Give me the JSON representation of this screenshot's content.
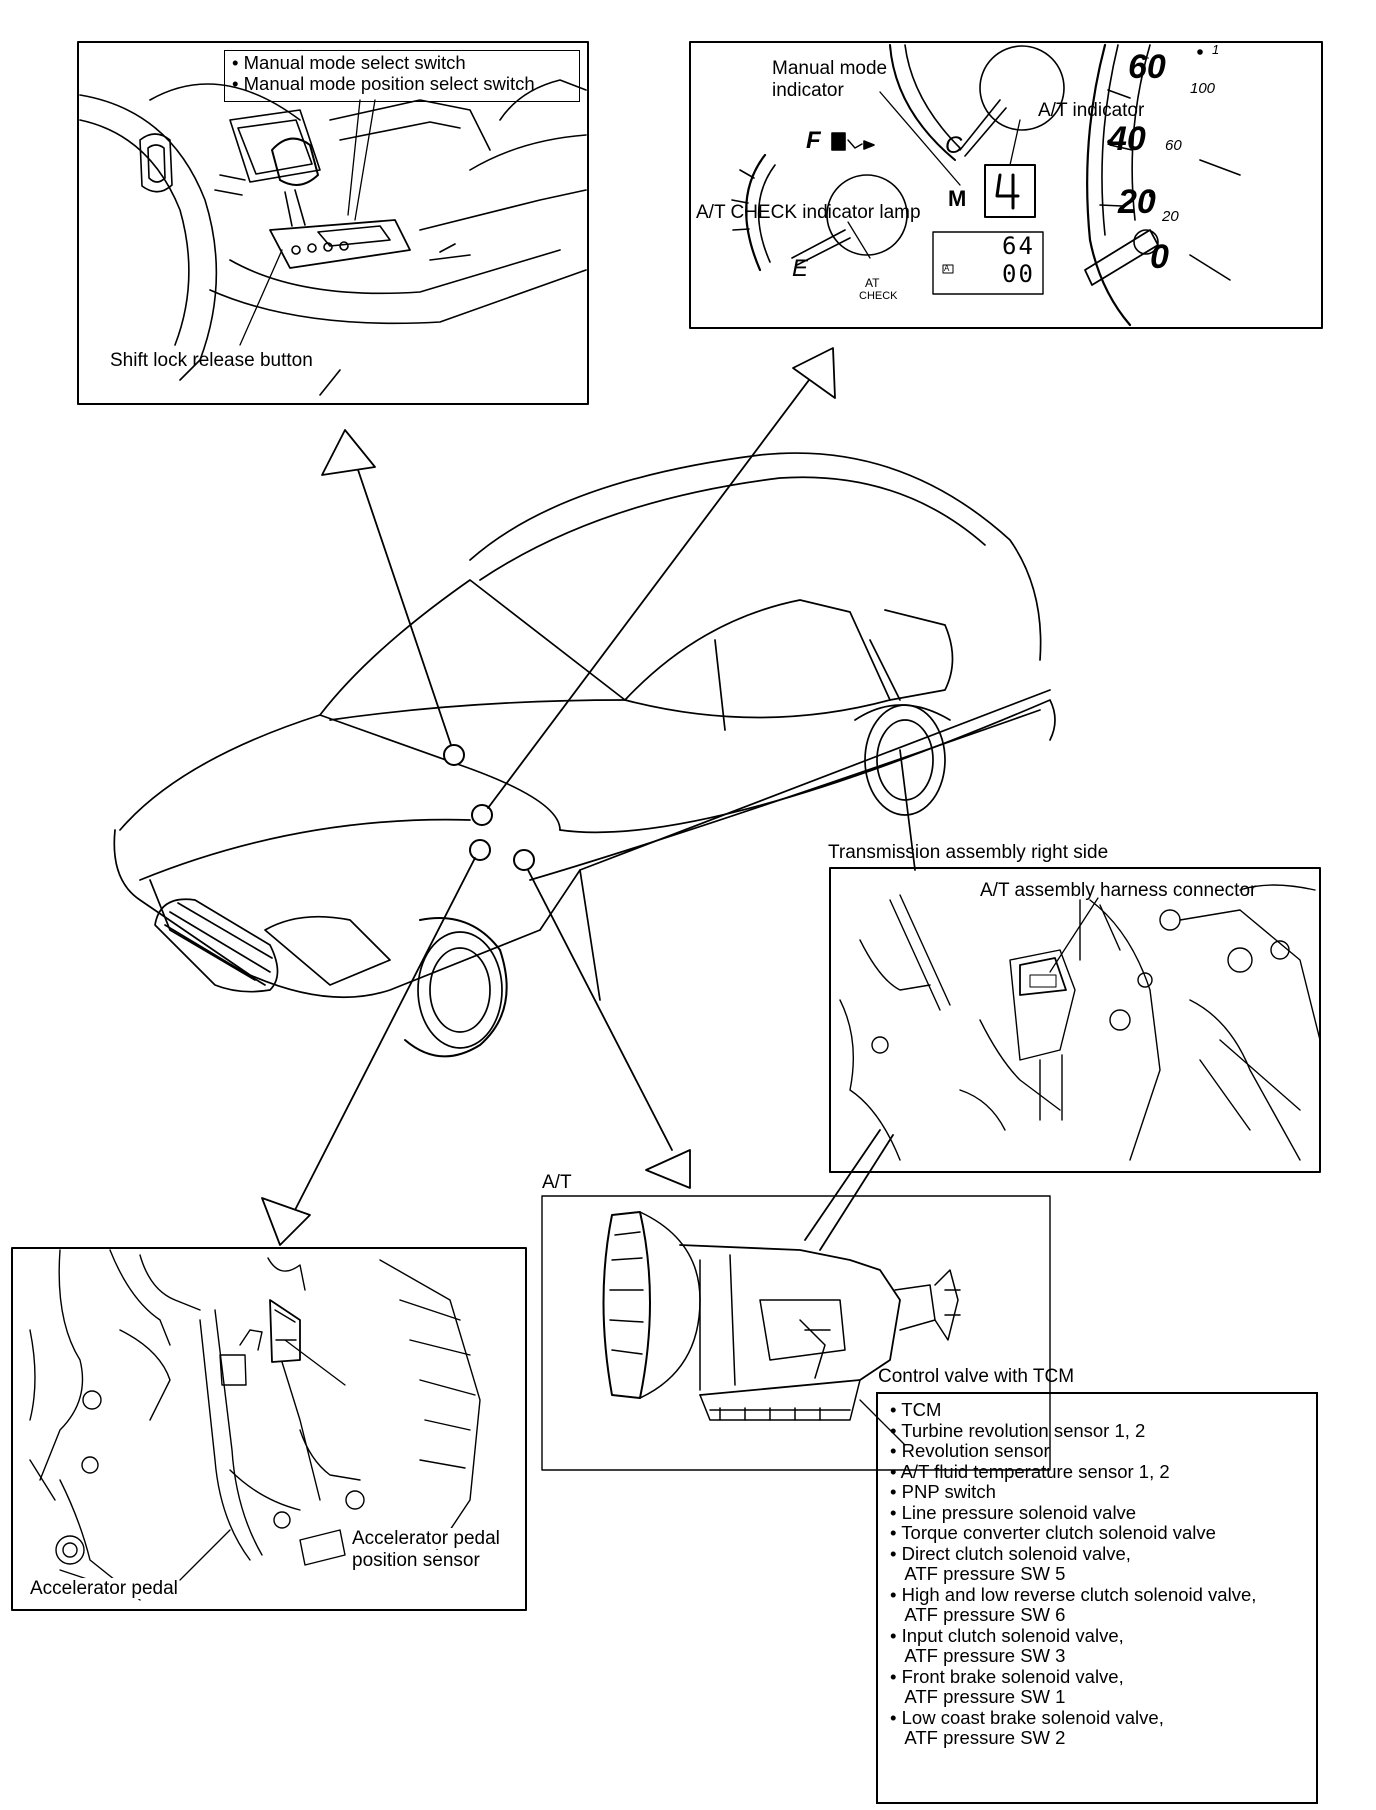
{
  "shift_panel": {
    "switches": [
      "• Manual mode select switch",
      "• Manual mode position select switch"
    ],
    "shift_lock": "Shift lock release button"
  },
  "meter_panel": {
    "manual_mode_indicator": [
      "Manual mode",
      "indicator"
    ],
    "at_indicator": "A/T indicator",
    "at_check_lamp": "A/T CHECK indicator lamp",
    "at_check_icon": [
      "AT",
      "CHECK"
    ],
    "m_symbol": "M",
    "gear_digit": "4",
    "fuel_f": "F",
    "fuel_e": "E",
    "temp_c": "C",
    "odo": [
      "64",
      "00"
    ],
    "odo_mark": "A",
    "speed_marks": [
      "60",
      "40",
      "20",
      "0"
    ],
    "small_marks": [
      "1",
      "100",
      "60",
      "20"
    ]
  },
  "transmission_right": {
    "title": "Transmission assembly right side",
    "connector": "A/T assembly harness connector"
  },
  "at_panel": {
    "title": "A/T",
    "control_valve": "Control valve with TCM",
    "components": [
      "• TCM",
      "• Turbine revolution sensor 1, 2",
      "• Revolution sensor",
      "• A/T fluid temperature sensor 1, 2",
      "• PNP switch",
      "• Line pressure solenoid valve",
      "• Torque converter clutch solenoid valve",
      "• Direct clutch solenoid valve,",
      "   ATF pressure SW 5",
      "• High and low reverse clutch solenoid valve,",
      "   ATF pressure SW 6",
      "• Input clutch solenoid valve,",
      "   ATF pressure SW 3",
      "• Front brake solenoid valve,",
      "   ATF pressure SW 1",
      "• Low coast brake solenoid valve,",
      "   ATF pressure SW 2"
    ]
  },
  "pedal_panel": {
    "sensor": [
      "Accelerator pedal",
      "position sensor"
    ],
    "pedal": "Accelerator pedal"
  }
}
